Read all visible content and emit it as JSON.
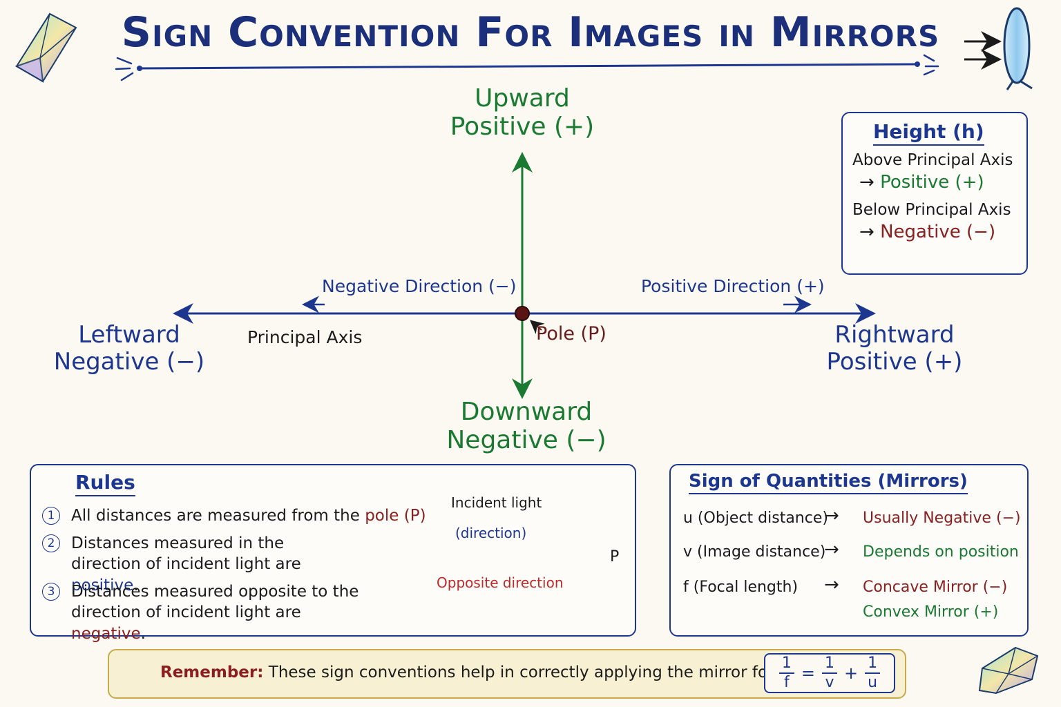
{
  "title": "Sign Convention For Images in Mirrors",
  "axes": {
    "up_line1": "Upward",
    "up_line2": "Positive (+)",
    "down_line1": "Downward",
    "down_line2": "Negative (−)",
    "left_line1": "Leftward",
    "left_line2": "Negative (−)",
    "right_line1": "Rightward",
    "right_line2": "Positive (+)",
    "negative_direction": "Negative Direction (−)",
    "positive_direction": "Positive Direction (+)",
    "principal_axis": "Principal Axis",
    "pole": "Pole (P)"
  },
  "height_box": {
    "title": "Height (h)",
    "above": "Above Principal Axis",
    "above_value": "Positive (+)",
    "below": "Below Principal Axis",
    "below_value": "Negative (−)",
    "arrow": "→"
  },
  "rules": {
    "title": "Rules",
    "items": [
      {
        "num": "1",
        "text_a": "All distances are measured from the ",
        "highlight": "pole (P)",
        "text_b": ""
      },
      {
        "num": "2",
        "text_a": "Distances measured in the direction of incident light are ",
        "highlight": "positive",
        "text_b": "."
      },
      {
        "num": "3",
        "text_a": "Distances measured opposite to the direction of incident light are ",
        "highlight": "negative",
        "text_b": "."
      }
    ],
    "incident_light": "Incident light",
    "direction": "(direction)",
    "opposite_direction": "Opposite direction",
    "pole_letter": "P"
  },
  "sign_quantities": {
    "title": "Sign of Quantities (Mirrors)",
    "arrow": "→",
    "rows": [
      {
        "quantity": "u (Object distance)",
        "value": "Usually Negative (−)",
        "value2": ""
      },
      {
        "quantity": "v (Image distance)",
        "value": "Depends on position",
        "value2": ""
      },
      {
        "quantity": "f (Focal length)",
        "value": "Concave Mirror (−)",
        "value2": "Convex Mirror (+)"
      }
    ]
  },
  "remember": {
    "label": "Remember:",
    "text": " These sign conventions help in correctly applying the mirror formula",
    "formula": {
      "one": "1",
      "f": "f",
      "v": "v",
      "u": "u",
      "eq": "=",
      "plus": "+"
    }
  },
  "colors": {
    "navy": "#1d3791",
    "green": "#1a7a32",
    "red": "#8b1e1e",
    "gold": "#c9a94a"
  }
}
